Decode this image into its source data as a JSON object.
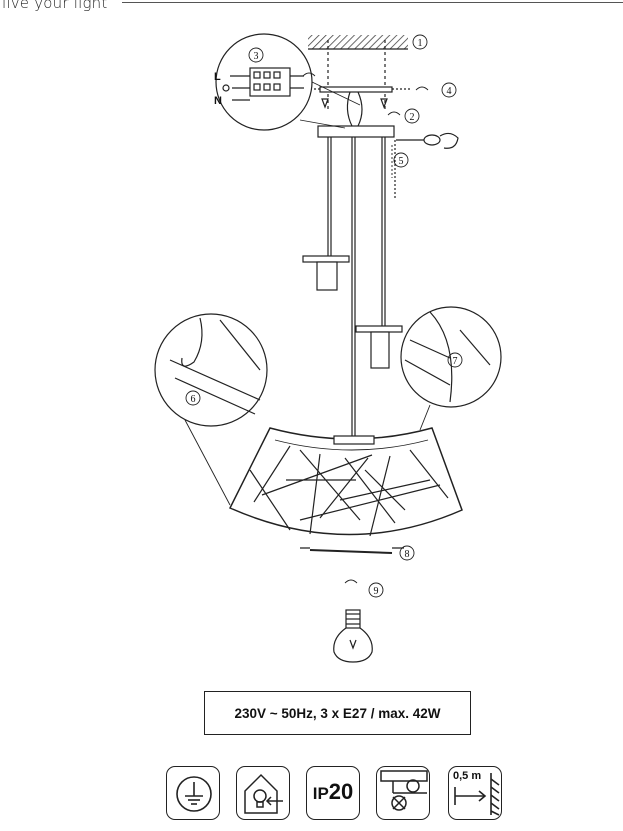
{
  "header": {
    "brand": "live your light"
  },
  "callouts": [
    "1",
    "2",
    "3",
    "4",
    "5",
    "6",
    "7",
    "8",
    "9"
  ],
  "wiring": {
    "L": "L",
    "N": "N"
  },
  "spec": {
    "text": "230V ~ 50Hz, 3 x E27 / max. 42W"
  },
  "symbols": [
    {
      "name": "earth-ground-icon"
    },
    {
      "name": "indoor-use-icon"
    },
    {
      "name": "ip-rating-icon",
      "prefix": "IP",
      "value": "20"
    },
    {
      "name": "not-for-recessed-mounting-icon"
    },
    {
      "name": "minimum-distance-icon",
      "text": "0,5 m"
    }
  ]
}
